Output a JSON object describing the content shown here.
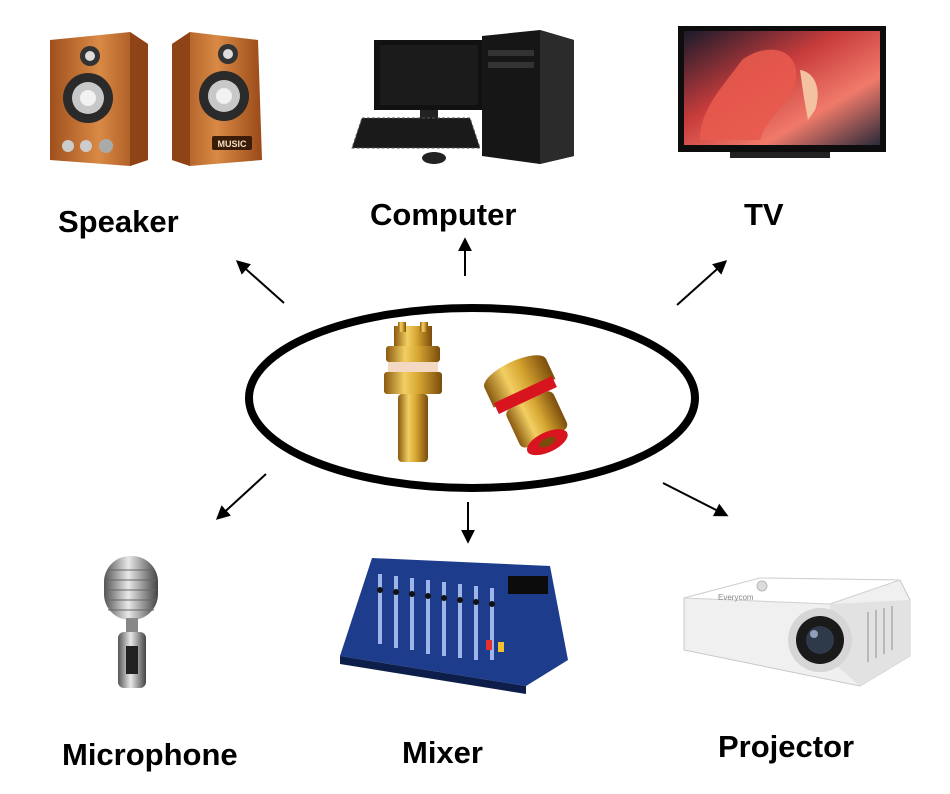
{
  "labels": {
    "speaker": "Speaker",
    "computer": "Computer",
    "tv": "TV",
    "microphone": "Microphone",
    "mixer": "Mixer",
    "projector": "Projector"
  },
  "speaker_badge": "MUSIC",
  "projector_brand": "Everycom",
  "colors": {
    "ring": "#000000",
    "gold": "#d4a12a",
    "red_insulator": "#d8141e",
    "speaker_wood": "#c86a2a",
    "mixer_blue": "#1e3c8c"
  },
  "icons": [
    "speaker-icon",
    "computer-icon",
    "tv-icon",
    "rca-connector-icon",
    "microphone-icon",
    "mixer-icon",
    "projector-icon",
    "arrow-icon"
  ]
}
